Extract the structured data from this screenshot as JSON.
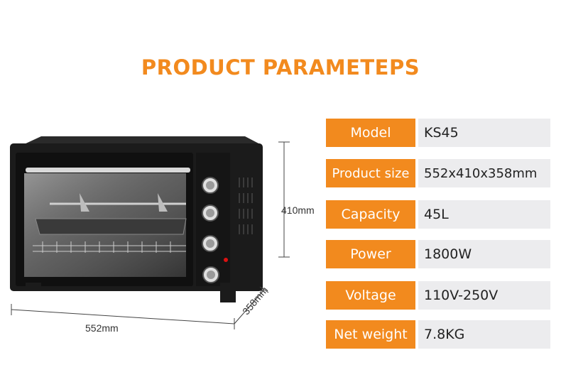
{
  "title": "PRODUCT PARAMETEPS",
  "dimensions": {
    "height": "410mm",
    "width": "552mm",
    "depth": "358mm"
  },
  "specs": [
    {
      "label": "Model",
      "value": "KS45"
    },
    {
      "label": "Product size",
      "value": "552x410x358mm"
    },
    {
      "label": "Capacity",
      "value": "45L"
    },
    {
      "label": "Power",
      "value": "1800W"
    },
    {
      "label": "Voltage",
      "value": "110V-250V"
    },
    {
      "label": "Net weight",
      "value": "7.8KG"
    }
  ],
  "colors": {
    "accent": "#f28a1e",
    "value_bg": "#ececee",
    "oven_body": "#1b1b1b"
  }
}
